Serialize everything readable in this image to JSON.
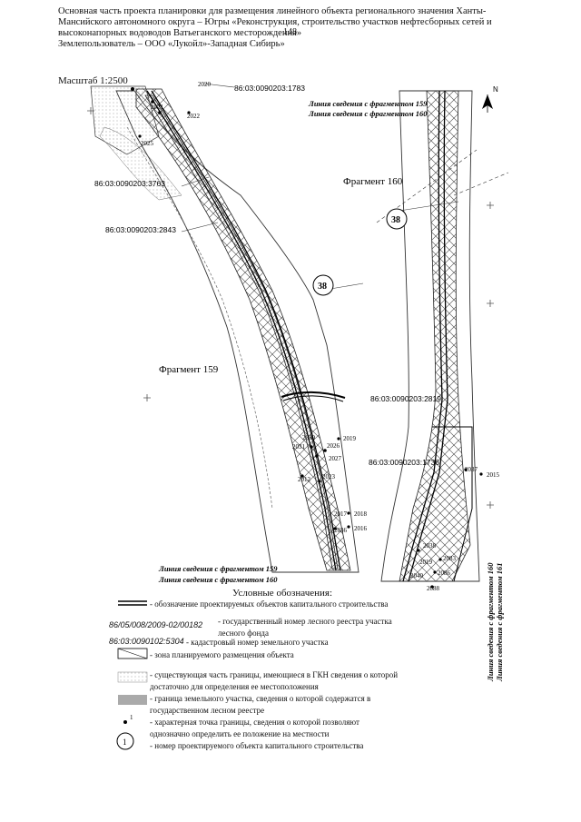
{
  "header": {
    "line1": "Основная часть проекта планировки для размещения линейного объекта регионального значения Ханты-",
    "line2": "Мансийского автономного округа – Югры «Реконструкция, строительство участков нефтесборных сетей и",
    "line3": "высоконапорных водоводов Ватьеганского месторождения»",
    "line4": "Землепользователь – ООО «Лукойл»-Западная Сибирь»",
    "page_number": "148",
    "scale": "Масштаб 1:2500"
  },
  "map": {
    "fragment_left": "Фрагмент 159",
    "fragment_right": "Фрагмент 160",
    "object_number": "38",
    "north": "N",
    "join_top_1": "Линия сведения с фрагментом 159",
    "join_top_2": "Линия сведения с фрагментом 160",
    "join_bottom_1": "Линия сведения с фрагментом 159",
    "join_bottom_2": "Линия сведения с фрагментом 160",
    "join_side_1": "Линия сведения с фрагментом 160",
    "join_side_2": "Линия сведения с фрагментом 161",
    "cadastral": {
      "c1783": "86:03:0090203:1783",
      "c3763": "86:03:0090203:3763",
      "c2843": "86:03:0090203:2843",
      "c2819": "86:03:0090203:2819",
      "c1736": "86:03:0090203:1736"
    },
    "points": {
      "p2020": "2020",
      "p2021": "2021",
      "p2022": "2022",
      "p2025a": "2025",
      "p2031": "2031",
      "p2030": "2030",
      "p2019a": "2019",
      "p2026": "2026",
      "p2027": "2027",
      "p2012": "2012",
      "p2023": "2023",
      "p2017": "2017",
      "p2018": "2018",
      "p2036": "2036",
      "p2016": "2016",
      "p2037": "2037",
      "p2015": "2015",
      "p2038": "2038",
      "p2019b": "2019",
      "p2083": "2083",
      "p2040": "2040",
      "p2086": "2086",
      "p2088": "2088"
    }
  },
  "legend": {
    "title": "Условные обозначения:",
    "items": [
      {
        "code": "",
        "text": "- обозначение проектируемых объектов капитального строительства"
      },
      {
        "code": "86/05/008/2009-02/00182",
        "text": "- государственный номер лесного реестра участка лесного фонда"
      },
      {
        "code": "86:03:0090102:5304",
        "text": "- кадастровый номер земельного участка"
      },
      {
        "code": "",
        "text": "- зона планируемого размещения объекта"
      },
      {
        "code": "",
        "text": "- существующая часть границы, имеющиеся в ГКН сведения о которой достаточно для определения ее местоположения"
      },
      {
        "code": "",
        "text": "- граница земельного участка, сведения о которой содержатся в государственном лесном реестре"
      },
      {
        "code": "1",
        "text": "- характерная точка границы, сведения о которой позволяют однозначно определить ее положение на местности"
      },
      {
        "code": "1",
        "text": "- номер проектируемого объекта капитального строительства"
      }
    ]
  }
}
